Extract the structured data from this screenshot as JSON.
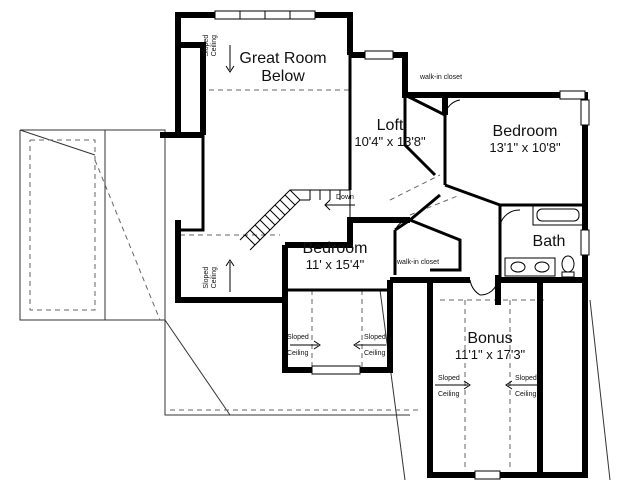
{
  "rooms": {
    "great_room": {
      "line1": "Great Room",
      "line2": "Below"
    },
    "loft": {
      "name": "Loft",
      "size": "10'4\" x 13'8\""
    },
    "bedroom_ne": {
      "name": "Bedroom",
      "size": "13'1\" x 10'8\""
    },
    "bath": {
      "name": "Bath"
    },
    "bedroom_sw": {
      "name": "Bedroom",
      "size": "11' x 15'4\""
    },
    "bonus": {
      "name": "Bonus",
      "size": "11'1\" x 17'3\""
    }
  },
  "labels": {
    "walk_in_closet_1": "walk-in closet",
    "walk_in_closet_2": "walk-in closet",
    "down": "Down",
    "sloped": "Sloped",
    "ceiling": "Ceiling"
  },
  "colors": {
    "wall": "#000000",
    "line": "#333333",
    "dashed": "#666666",
    "background": "#ffffff"
  }
}
